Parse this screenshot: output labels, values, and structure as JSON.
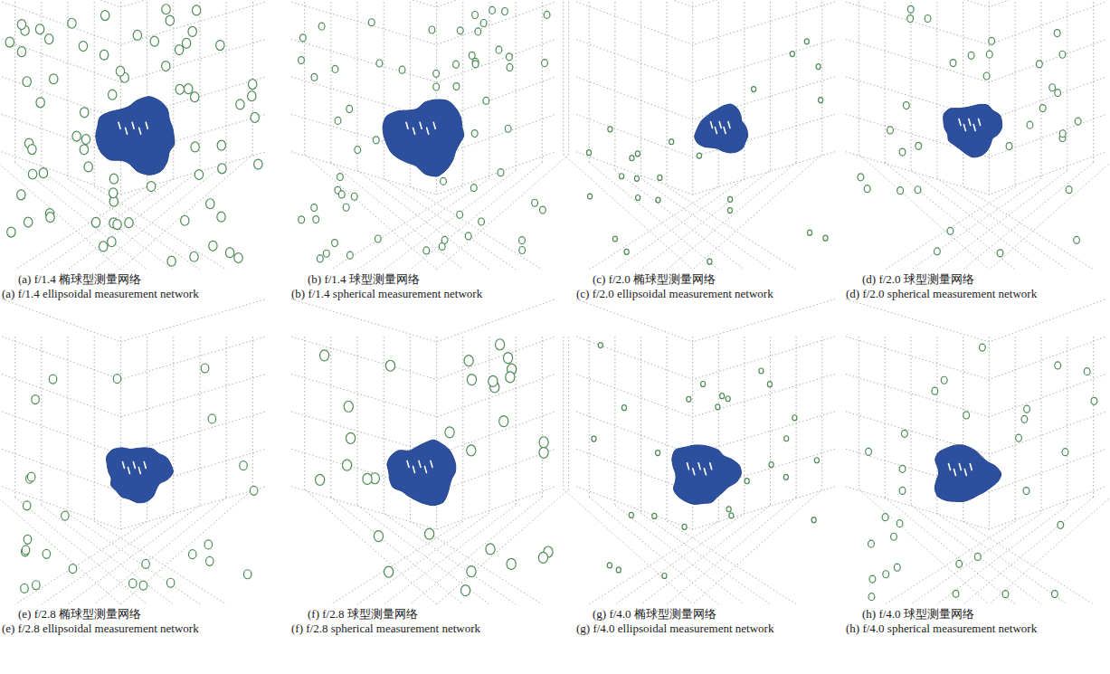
{
  "diagram": {
    "labels": [
      "(a) f/1.4 椭球型测量网络",
      "(a) f/1.4 ellipsoidal measurement network",
      "(b) f/1.4 球型测量网络",
      "(b) f/1.4 spherical measurement network",
      "(c) f/2.0 椭球型测量网络",
      "(c) f/2.0 ellipsoidal measurement network",
      "(d) f/2.0 球型测量网络",
      "(d) f/2.0 spherical measurement network",
      "(e) f/2.8 椭球型测量网络",
      "(e) f/2.8 ellipsoidal measurement network",
      "(f) f/2.8 球型测量网络",
      "(f) f/2.8 spherical measurement network",
      "(g) f/4.0 椭球型测量网络",
      "(g) f/4.0 ellipsoidal measurement network",
      "(h) f/4.0 球型测量网络",
      "(h) f/4.0 spherical measurement network"
    ]
  }
}
